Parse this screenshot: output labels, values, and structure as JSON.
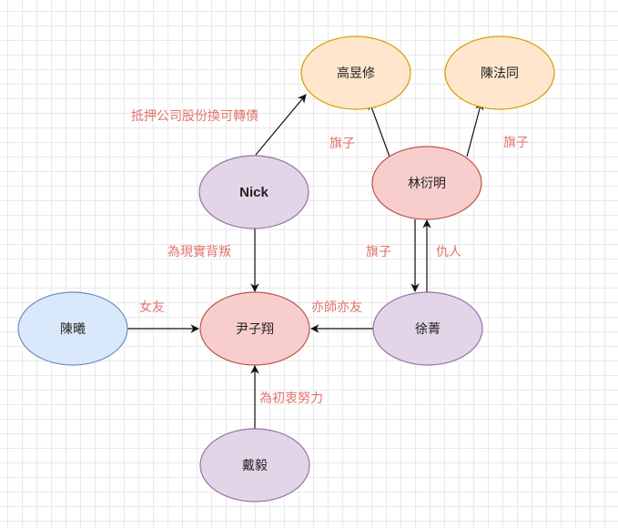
{
  "colors": {
    "orange_fill": "#ffe6cc",
    "orange_stroke": "#d79b00",
    "purple_fill": "#e1d5e7",
    "purple_stroke": "#9673a6",
    "red_fill": "#f8cecc",
    "red_stroke": "#b85450",
    "blue_fill": "#dae8fc",
    "blue_stroke": "#6c8ebf",
    "edge_label": "#e0746c",
    "edge_line": "#111111"
  },
  "nodes": {
    "gao_yixiu": {
      "label": "高昱修"
    },
    "chen_fatong": {
      "label": "陳法同"
    },
    "nick": {
      "label": "Nick"
    },
    "lin_yanming": {
      "label": "林衍明"
    },
    "chen_xi": {
      "label": "陳曦"
    },
    "yin_zixiang": {
      "label": "尹子翔"
    },
    "xu_jing": {
      "label": "徐菁"
    },
    "dai_yi": {
      "label": "戴毅"
    }
  },
  "edges": {
    "nick_to_gao": {
      "label": "抵押公司股份換可轉債"
    },
    "lin_to_gao": {
      "label": "旗子"
    },
    "lin_to_chen": {
      "label": "旗子"
    },
    "nick_to_yin": {
      "label": "為現實背叛"
    },
    "lin_to_xu": {
      "label": "旗子"
    },
    "xu_to_lin": {
      "label": "仇人"
    },
    "chenxi_to_yin": {
      "label": "女友"
    },
    "xu_to_yin": {
      "label": "亦師亦友"
    },
    "dai_to_yin": {
      "label": "為初衷努力"
    }
  }
}
